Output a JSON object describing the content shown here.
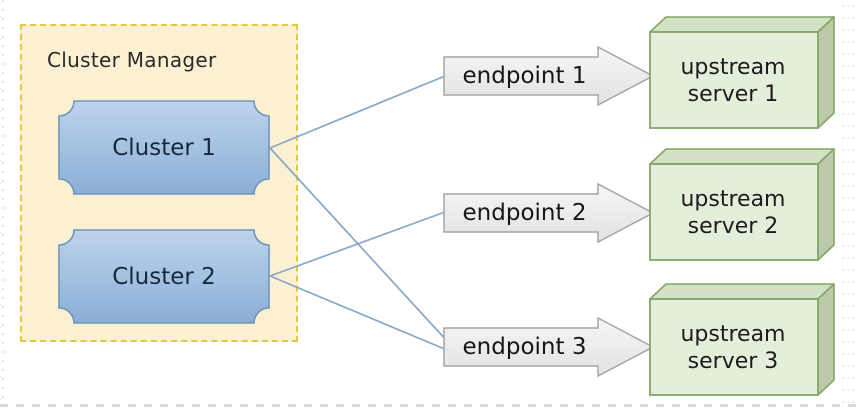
{
  "diagram": {
    "cluster_manager": {
      "label": "Cluster Manager",
      "clusters": [
        {
          "label": "Cluster 1"
        },
        {
          "label": "Cluster 2"
        }
      ]
    },
    "endpoints": [
      {
        "label": "endpoint 1"
      },
      {
        "label": "endpoint 2"
      },
      {
        "label": "endpoint 3"
      }
    ],
    "servers": [
      {
        "label": "upstream server 1"
      },
      {
        "label": "upstream server 2"
      },
      {
        "label": "upstream server 3"
      }
    ],
    "connections": [
      {
        "from": "Cluster 1",
        "to": "endpoint 1"
      },
      {
        "from": "Cluster 1",
        "to": "endpoint 3"
      },
      {
        "from": "Cluster 2",
        "to": "endpoint 2"
      },
      {
        "from": "Cluster 2",
        "to": "endpoint 3"
      }
    ],
    "colors": {
      "manager_fill": "#fcf0d3",
      "manager_border": "#e0c945",
      "cluster_fill_top": "#bad1ea",
      "cluster_fill_bottom": "#8cb0d6",
      "cluster_border": "#6f95ba",
      "endpoint_fill": "#ededed",
      "endpoint_border": "#a5a5a5",
      "server_front": "#e3efda",
      "server_top": "#d3e2c4",
      "server_side": "#bccaa9",
      "server_border": "#84a567",
      "connector": "#86a7c6"
    }
  }
}
